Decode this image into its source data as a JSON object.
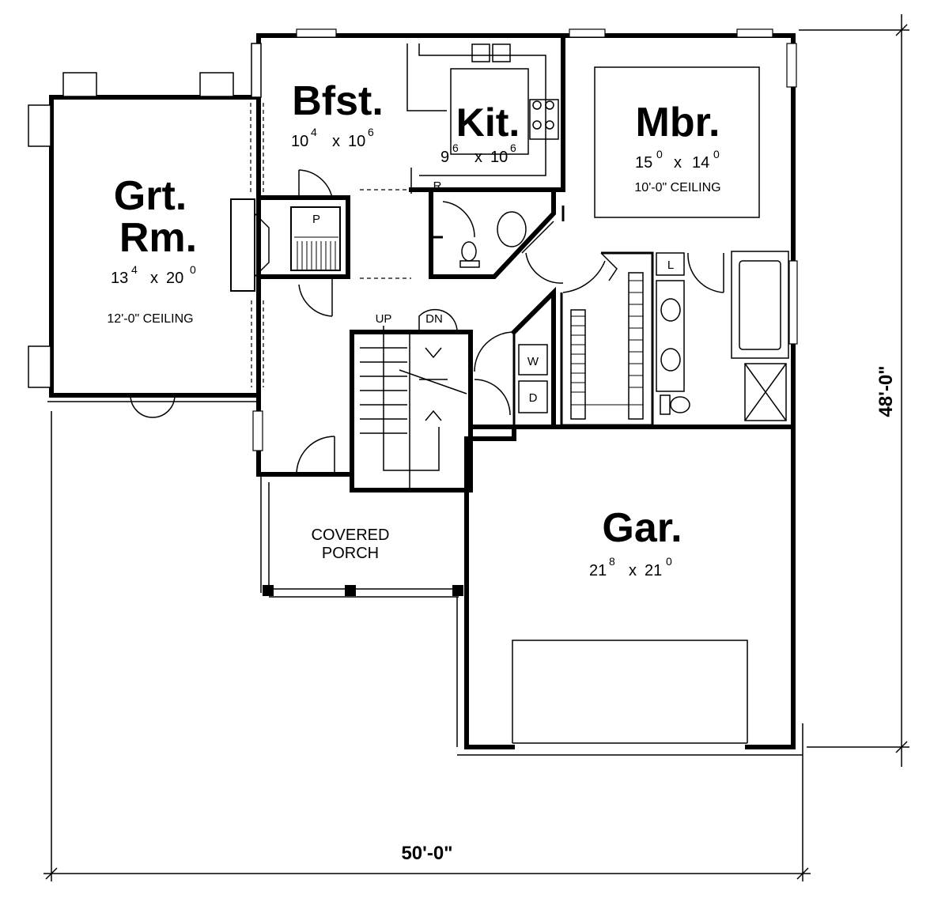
{
  "rooms": {
    "bfst": {
      "name": "Bfst.",
      "w_ft": "10",
      "w_in": "4",
      "x": "x",
      "h_ft": "10",
      "h_in": "6"
    },
    "kit": {
      "name": "Kit.",
      "w_ft": "9",
      "w_in": "6",
      "x": "x",
      "h_ft": "10",
      "h_in": "6"
    },
    "mbr": {
      "name": "Mbr.",
      "w_ft": "15",
      "w_in": "0",
      "x": "x",
      "h_ft": "14",
      "h_in": "0",
      "ceiling": "10'-0\" CEILING"
    },
    "grt": {
      "name_line1": "Grt.",
      "name_line2": "Rm.",
      "w_ft": "13",
      "w_in": "4",
      "x": "x",
      "h_ft": "20",
      "h_in": "0",
      "ceiling": "12'-0\" CEILING"
    },
    "gar": {
      "name": "Gar.",
      "w_ft": "21",
      "w_in": "8",
      "x": "x",
      "h_ft": "21",
      "h_in": "0"
    },
    "porch": {
      "line1": "COVERED",
      "line2": "PORCH"
    }
  },
  "labels": {
    "up": "UP",
    "dn": "DN",
    "pantry": "P",
    "refrigerator": "R",
    "linen": "L",
    "washer": "W",
    "dryer": "D"
  },
  "dimensions": {
    "width": "50'-0\"",
    "depth": "48'-0\""
  }
}
